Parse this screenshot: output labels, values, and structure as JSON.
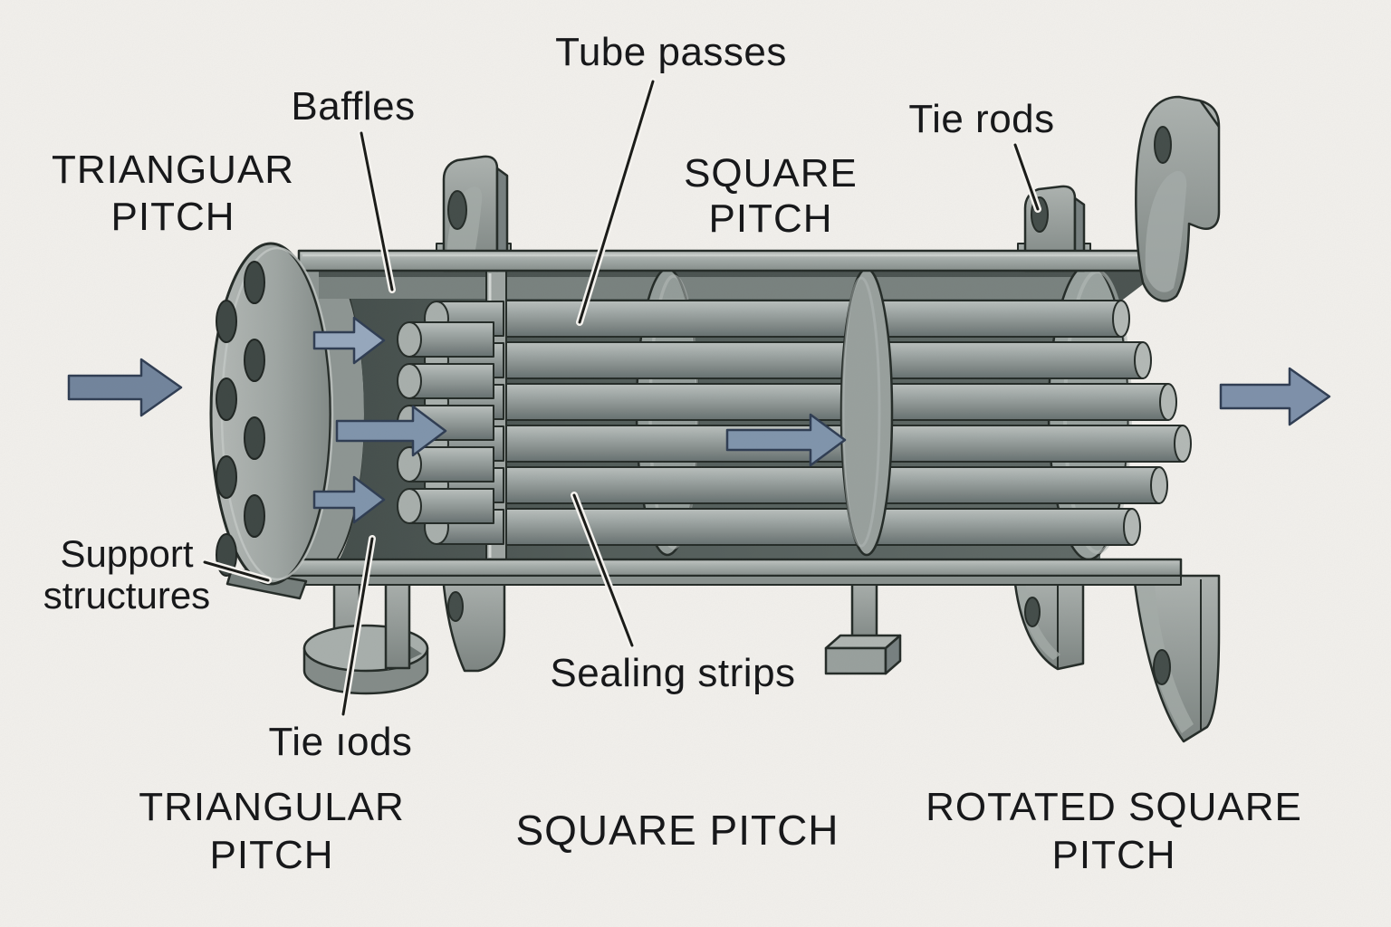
{
  "labels": {
    "baffles": "Baffles",
    "tube_passes": "Tube passes",
    "tie_rods_top": "Tie rods",
    "support_structures": {
      "line1": "Support",
      "line2": "structures"
    },
    "sealing_strips": "Sealing strips",
    "tie_rods_bottom": "Tie ıods",
    "pitch_top_left": {
      "line1": "TRIANGUAR",
      "line2": "PITCH"
    },
    "pitch_top_right": {
      "line1": "SQUARE",
      "line2": "PITCH"
    },
    "pitch_bottom_left": {
      "line1": "TRIANGULAR",
      "line2": "PITCH"
    },
    "pitch_bottom_center": "SQUARE PITCH",
    "pitch_bottom_right": {
      "line1": "ROTATED SQUARE",
      "line2": "PITCH"
    }
  },
  "arrows": {
    "count": 6,
    "direction": "right"
  },
  "colors": {
    "background": "#f4f2ee",
    "label_text": "#17181a",
    "metal_light": "#b2b8b5",
    "metal_mid": "#8d9593",
    "metal_dark": "#4e5754",
    "outline": "#232a26",
    "arrow_fill": "#8095ad",
    "arrow_stroke": "#2e3c52"
  }
}
